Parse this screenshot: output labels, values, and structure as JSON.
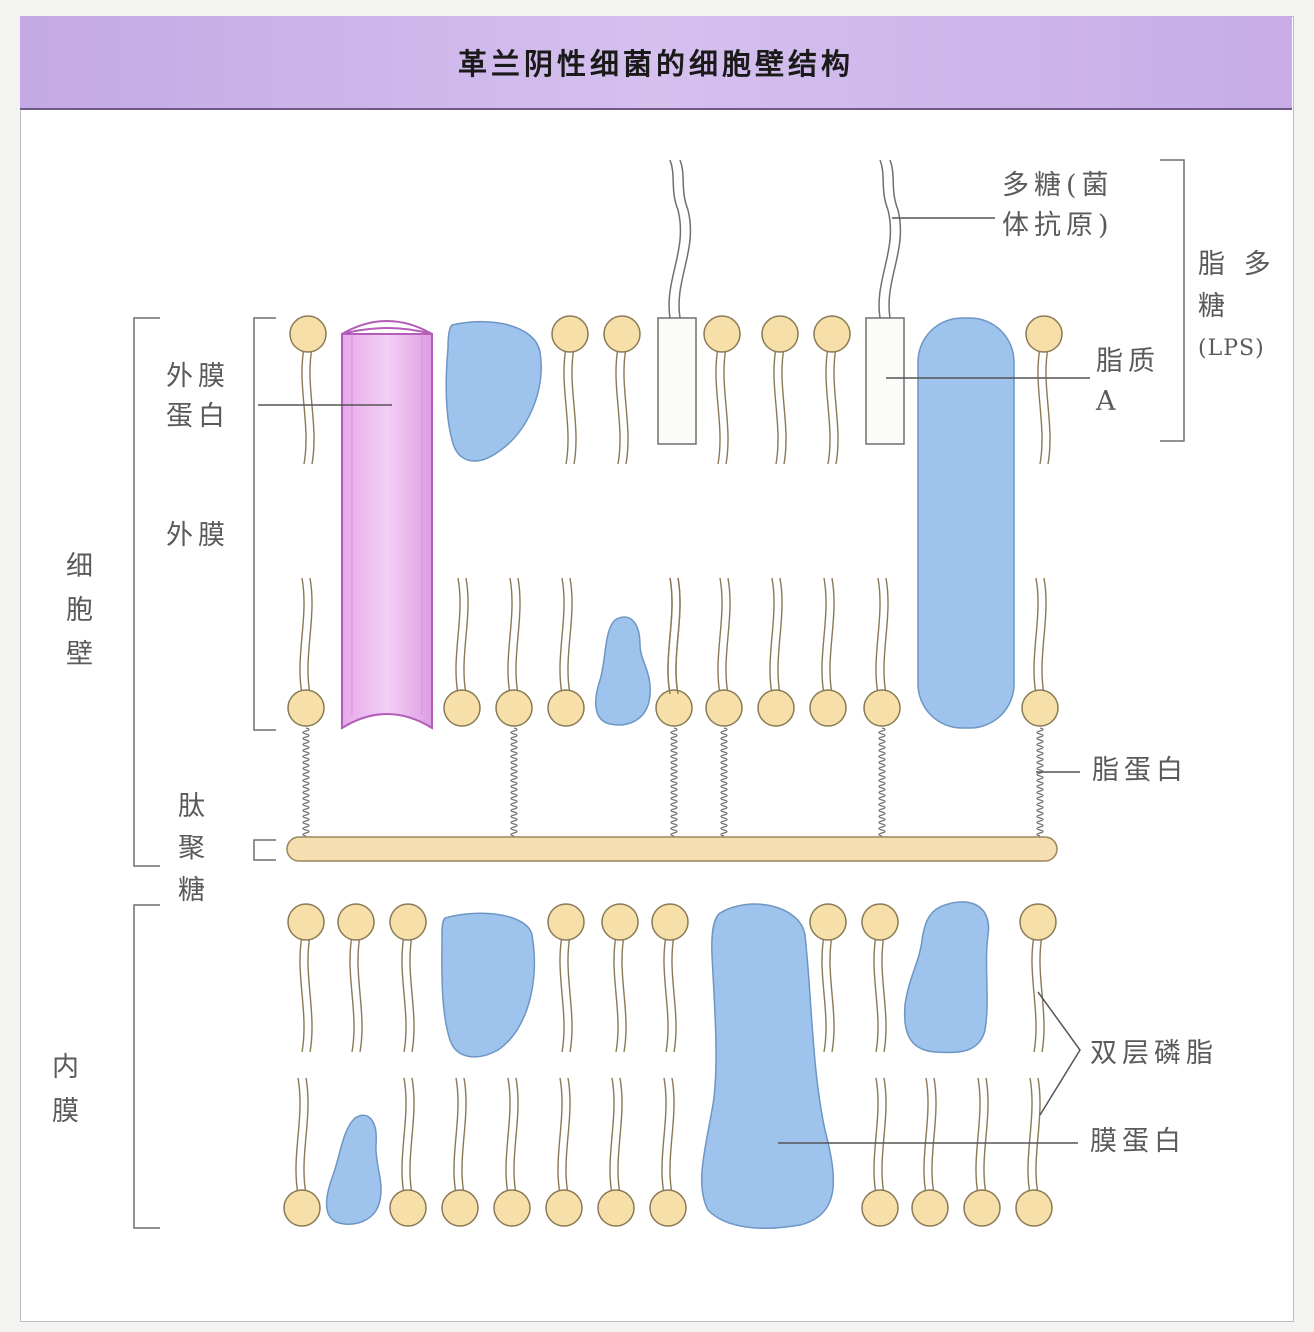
{
  "title": "革兰阴性细菌的细胞壁结构",
  "labels": {
    "outer_membrane_protein": [
      "外膜",
      "蛋白"
    ],
    "outer_membrane": "外膜",
    "cell_wall": "细胞壁",
    "peptidoglycan": "肽聚糖",
    "inner_membrane": "内膜",
    "polysaccharide": [
      "多糖(菌",
      "体抗原)"
    ],
    "lps": [
      "脂 多",
      "糖",
      "(LPS)"
    ],
    "lipid_a": [
      "脂质",
      "A"
    ],
    "lipoprotein": "脂蛋白",
    "phospholipid_bilayer": "双层磷脂",
    "membrane_protein": "膜蛋白"
  },
  "colors": {
    "lipid_head": "#f6dfa8",
    "lipid_outline": "#8a7a55",
    "protein_blue": "#9ec3ec",
    "porin_pink": "#eab9ef",
    "peptidoglycan": "#f5dfb0",
    "header": "#d2bdec"
  }
}
